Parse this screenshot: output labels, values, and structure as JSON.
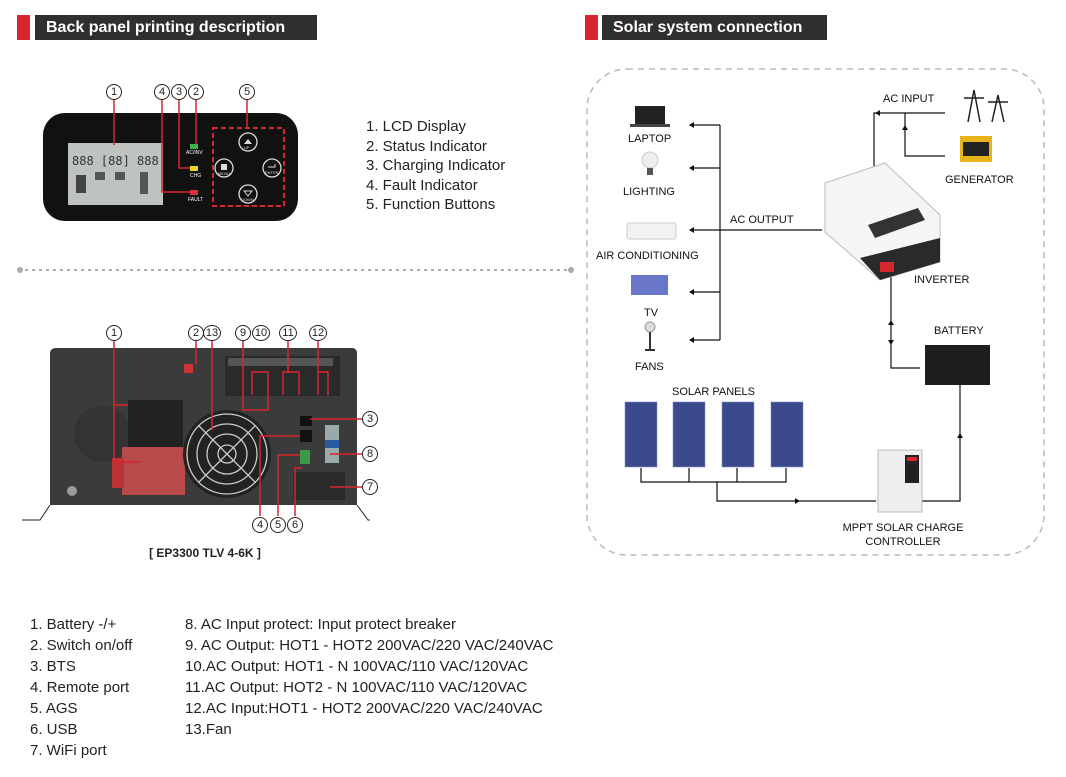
{
  "left_header": {
    "title": "Back panel printing description"
  },
  "right_header": {
    "title": "Solar system connection"
  },
  "front_panel": {
    "callouts": [
      "1",
      "4",
      "3",
      "2",
      "5"
    ],
    "indicators": {
      "acinv": "AC/INV",
      "chg": "CHG",
      "fault": "FAULT"
    },
    "buttons": [
      "UP",
      "MENU",
      "ENTER",
      "DOWN"
    ],
    "legend": [
      "1.  LCD Display",
      "2.  Status Indicator",
      "3.  Charging Indicator",
      "4.  Fault Indicator",
      "5.  Function Buttons"
    ]
  },
  "back_panel": {
    "callouts_top": [
      "1",
      "2",
      "13",
      "9",
      "10",
      "11",
      "12"
    ],
    "callouts_right": [
      "3",
      "8",
      "7"
    ],
    "callouts_bottom": [
      "4",
      "5",
      "6"
    ],
    "model": "[ EP3300 TLV 4-6K ]",
    "legend_col1": [
      "1.  Battery -/+",
      "2.  Switch on/off",
      "3.  BTS",
      "4.  Remote port",
      "5.  AGS",
      "6.  USB",
      "7.  WiFi port"
    ],
    "legend_col2": [
      "8.  AC Input protect: Input protect breaker",
      "9.  AC Output: HOT1 - HOT2 200VAC/220 VAC/240VAC",
      "10.AC Output: HOT1 - N 100VAC/110 VAC/120VAC",
      "11.AC Output: HOT2 - N 100VAC/110 VAC/120VAC",
      "12.AC Input:HOT1 - HOT2 200VAC/220 VAC/240VAC",
      "13.Fan"
    ]
  },
  "diagram": {
    "loads": [
      "LAPTOP",
      "LIGHTING",
      "AIR CONDITIONING",
      "TV",
      "FANS"
    ],
    "ac_output": "AC OUTPUT",
    "ac_input": "AC INPUT",
    "generator": "GENERATOR",
    "inverter": "INVERTER",
    "battery": "BATTERY",
    "solar_panels": "SOLAR PANELS",
    "controller": [
      "MPPT SOLAR CHARGE",
      "CONTROLLER"
    ]
  },
  "colors": {
    "accent": "#d7262e",
    "header_bg": "#2f2f2f",
    "indicator_green": "#3bb54a",
    "indicator_yellow": "#f2d21b",
    "indicator_red": "#e0303a"
  }
}
